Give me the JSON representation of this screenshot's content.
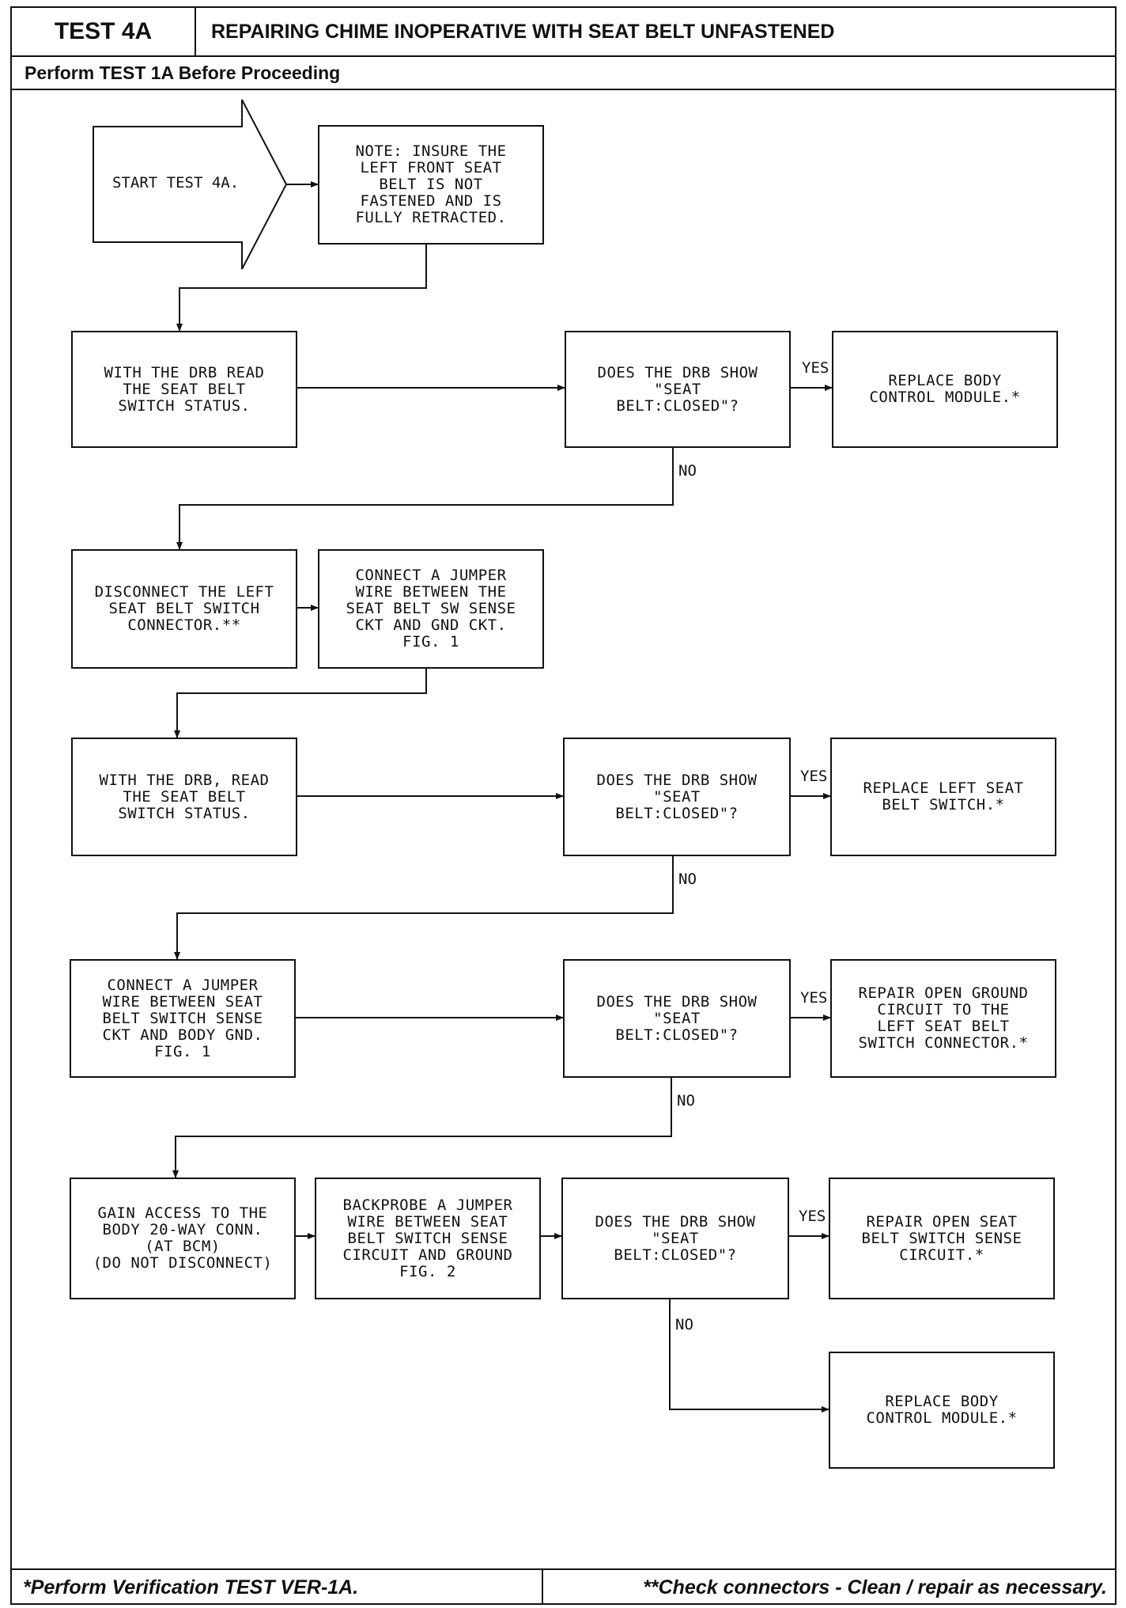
{
  "header": {
    "test_id": "TEST 4A",
    "title": "REPAIRING CHIME INOPERATIVE WITH SEAT BELT UNFASTENED",
    "subheader": "Perform TEST 1A Before Proceeding"
  },
  "start": {
    "label": "START TEST 4A."
  },
  "steps": {
    "note": "NOTE: INSURE THE\nLEFT FRONT SEAT\nBELT IS NOT\nFASTENED AND IS\nFULLY RETRACTED.",
    "read1": "WITH THE DRB READ\nTHE SEAT BELT\nSWITCH STATUS.",
    "q1": "DOES THE DRB SHOW\n\"SEAT\nBELT:CLOSED\"?",
    "r1": "REPLACE BODY\nCONTROL MODULE.*",
    "disc": "DISCONNECT THE LEFT\nSEAT BELT SWITCH\nCONNECTOR.**",
    "jumper1": "CONNECT A JUMPER\nWIRE BETWEEN THE\nSEAT BELT SW SENSE\nCKT AND GND CKT.\nFIG. 1",
    "read2": "WITH THE DRB, READ\nTHE SEAT BELT\nSWITCH STATUS.",
    "q2": "DOES THE DRB SHOW\n\"SEAT\nBELT:CLOSED\"?",
    "r2": "REPLACE LEFT SEAT\nBELT SWITCH.*",
    "jumper2": "CONNECT A JUMPER\nWIRE BETWEEN SEAT\nBELT SWITCH SENSE\nCKT AND BODY GND.\nFIG. 1",
    "q3": "DOES THE DRB SHOW\n\"SEAT\nBELT:CLOSED\"?",
    "r3": "REPAIR OPEN GROUND\nCIRCUIT TO THE\nLEFT SEAT BELT\nSWITCH CONNECTOR.*",
    "access": "GAIN ACCESS TO THE\nBODY 20-WAY CONN.\n(AT BCM)\n(DO NOT DISCONNECT)",
    "backprobe": "BACKPROBE A JUMPER\nWIRE BETWEEN SEAT\nBELT SWITCH SENSE\nCIRCUIT AND GROUND\nFIG. 2",
    "q4": "DOES THE DRB SHOW\n\"SEAT\nBELT:CLOSED\"?",
    "r4": "REPAIR OPEN SEAT\nBELT SWITCH SENSE\nCIRCUIT.*",
    "r5": "REPLACE BODY\nCONTROL MODULE.*"
  },
  "labels": {
    "yes": "YES",
    "no": "NO"
  },
  "footer": {
    "left": "*Perform Verification TEST VER-1A.",
    "right": "**Check connectors - Clean / repair as necessary."
  }
}
